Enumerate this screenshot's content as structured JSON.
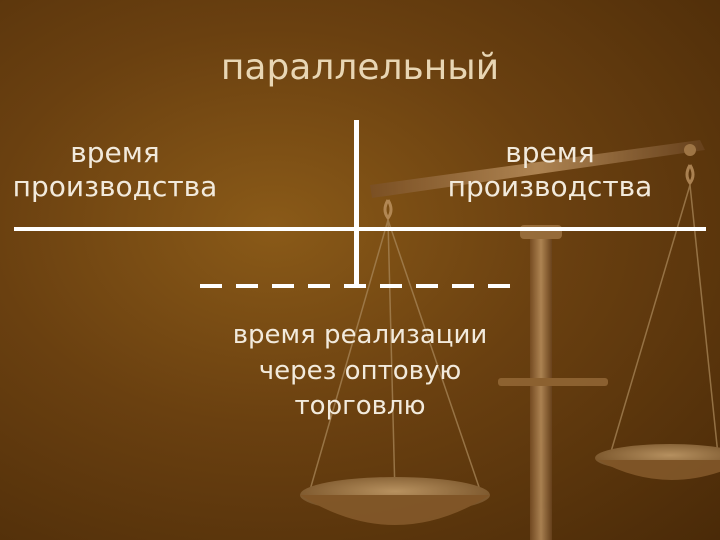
{
  "slide": {
    "title": "параллельный",
    "left_block": {
      "line1": "время",
      "line2": "производства"
    },
    "right_block": {
      "line1": "время",
      "line2": "производства"
    },
    "bottom_block": {
      "line1": "время реализации",
      "line2": "через оптовую",
      "line3": "торговлю"
    }
  },
  "colors": {
    "background": "#6a4010",
    "text": "#f2eadc",
    "title": "#e8d6b4",
    "lines": "#ffffff",
    "scales": "#b58a58"
  },
  "icons": {
    "background_image": "balance-scales-icon"
  }
}
